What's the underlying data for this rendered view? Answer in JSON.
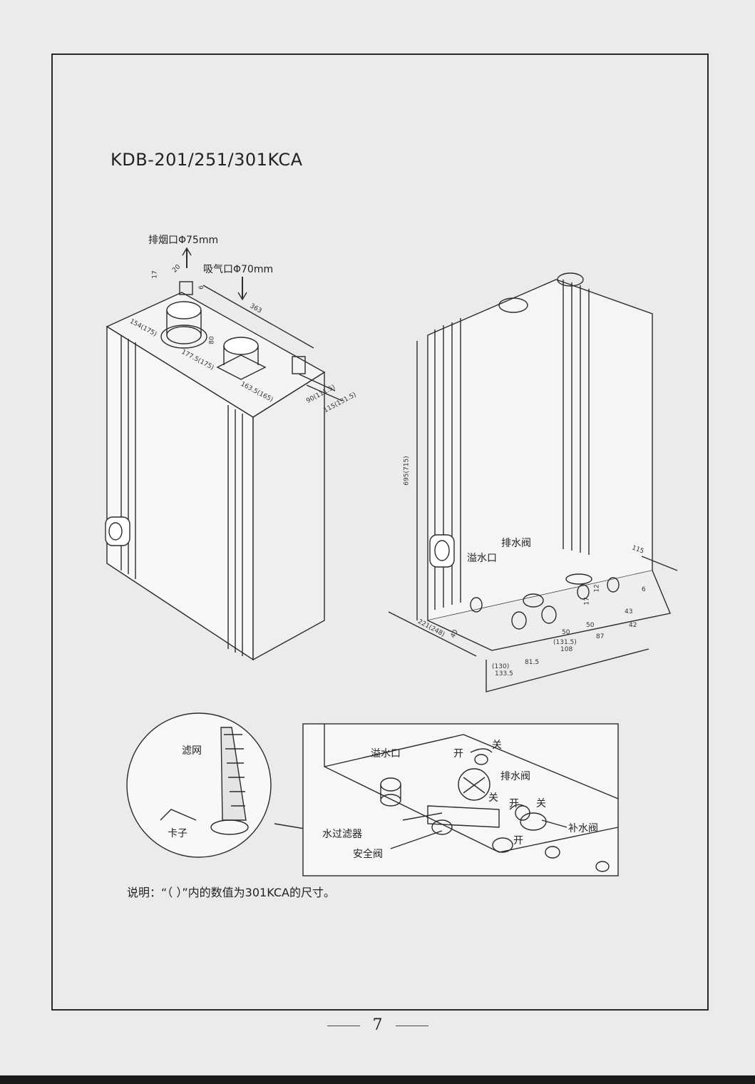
{
  "document": {
    "model_title": "KDB-201/251/301KCA",
    "note": "说明：“（  ）”内的数值为301KCA的尺寸。",
    "page_number": "7"
  },
  "front_view": {
    "exhaust_label": "排烟口Φ75mm",
    "intake_label": "吸气口Φ70mm",
    "dims": {
      "d17": "17",
      "d20": "20",
      "d6": "6",
      "d363": "363",
      "d154": "154(175)",
      "d80": "80",
      "d177": "177.5(175)",
      "d163": "163.5(165)",
      "d90": "90(111.5)",
      "d115": "115(131.5)"
    }
  },
  "rear_view": {
    "overflow_label": "溢水口",
    "drain_valve_label": "排水阀",
    "dims": {
      "height": "695(715)",
      "depth": "221(248)",
      "d40": "40",
      "d115": "115",
      "d6": "6",
      "d12": "12",
      "d17": "17",
      "d43": "43",
      "d42": "42",
      "d50a": "50",
      "d50b": "50",
      "d87": "87",
      "d131": "(131.5)",
      "d108": "108",
      "d130": "(130)",
      "d133": "133.5",
      "d81": "81.5"
    }
  },
  "filter_detail": {
    "filter_label": "滤网",
    "clip_label": "卡子"
  },
  "valve_detail": {
    "overflow_label": "溢水口",
    "open_1": "开",
    "close_1": "关",
    "drain_valve_label": "排水阀",
    "close_2": "关",
    "open_2": "开",
    "close_3": "关",
    "open_3": "开",
    "refill_valve_label": "补水阀",
    "water_filter_label": "水过滤器",
    "safety_valve_label": "安全阀"
  }
}
